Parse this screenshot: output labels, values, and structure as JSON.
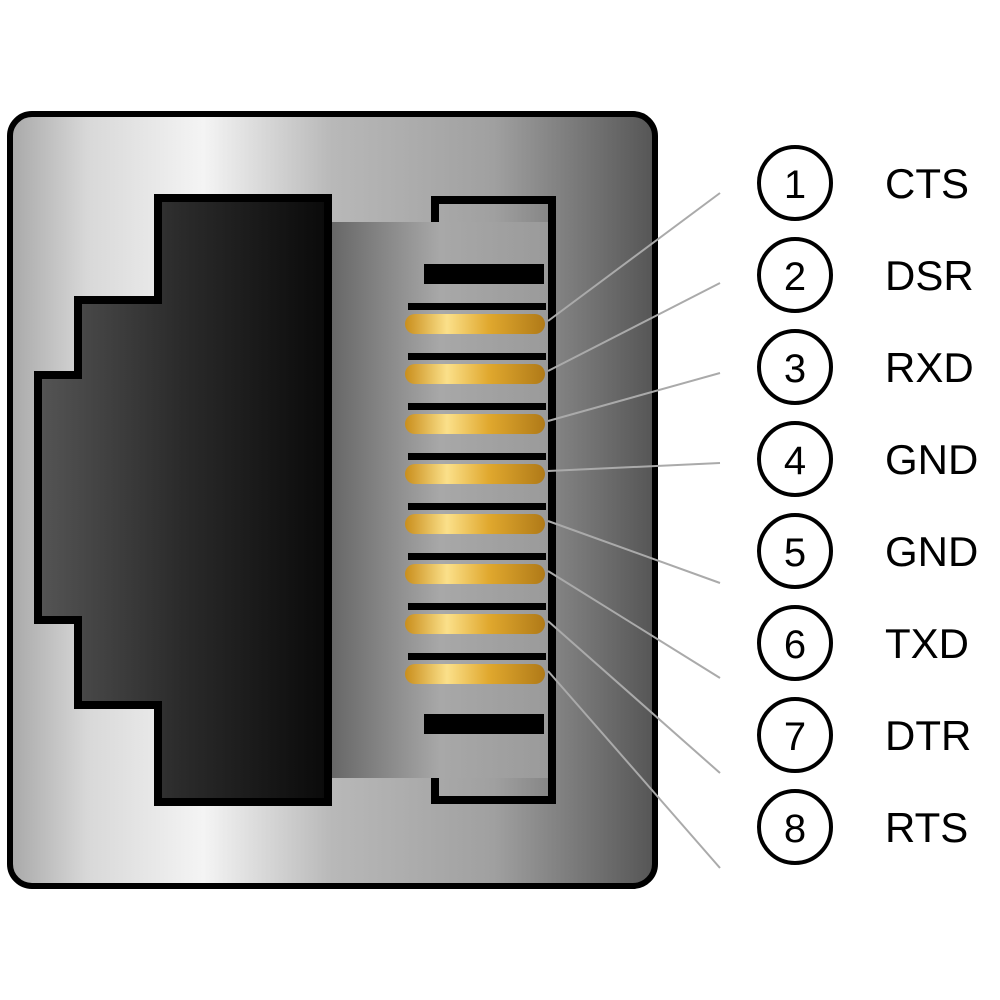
{
  "title": "RJ45 serial pinout",
  "colors": {
    "gold": "#e0a82e",
    "body": "#1a1a1a"
  },
  "pins": [
    {
      "number": "1",
      "label": "CTS"
    },
    {
      "number": "2",
      "label": "DSR"
    },
    {
      "number": "3",
      "label": "RXD"
    },
    {
      "number": "4",
      "label": "GND"
    },
    {
      "number": "5",
      "label": "GND"
    },
    {
      "number": "6",
      "label": "TXD"
    },
    {
      "number": "7",
      "label": "DTR"
    },
    {
      "number": "8",
      "label": "RTS"
    }
  ]
}
